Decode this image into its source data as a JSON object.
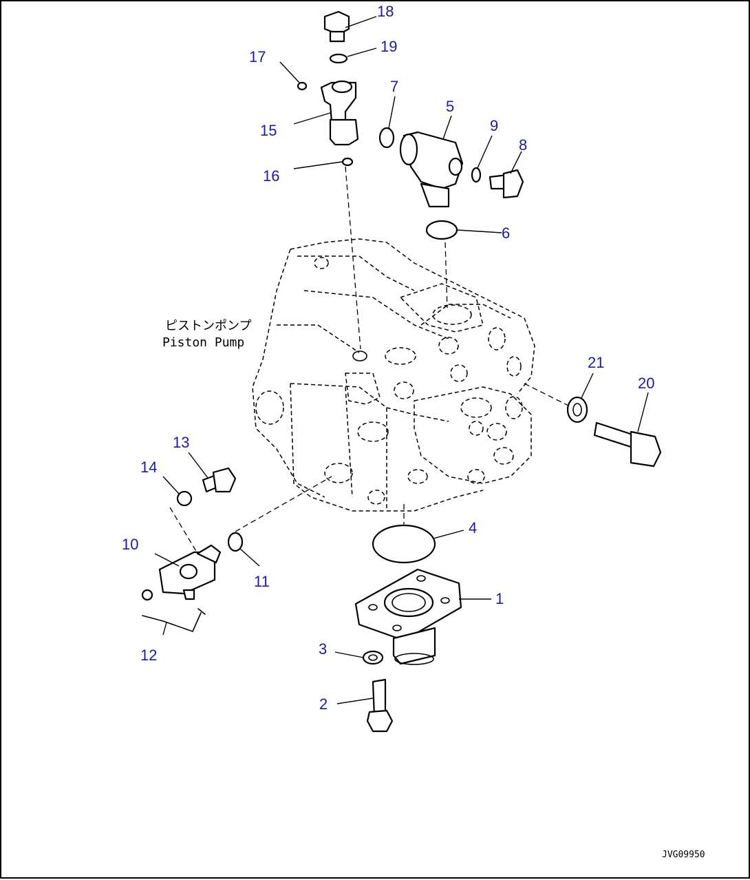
{
  "pump_label": {
    "japanese": "ピストンポンプ",
    "english": "Piston Pump"
  },
  "drawing_number": "JVG09950",
  "callouts": [
    "1",
    "2",
    "3",
    "4",
    "5",
    "6",
    "7",
    "8",
    "9",
    "10",
    "11",
    "12",
    "13",
    "14",
    "15",
    "16",
    "17",
    "18",
    "19",
    "20",
    "21"
  ],
  "colors": {
    "callout_text": "#1a1aa8",
    "line_art": "#000000"
  }
}
